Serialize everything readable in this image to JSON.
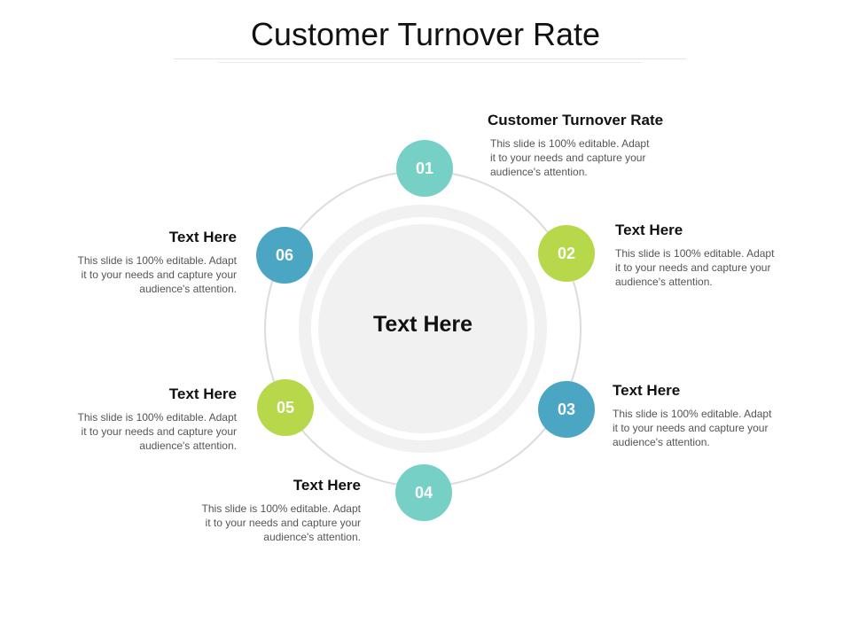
{
  "title": "Customer Turnover Rate",
  "center": {
    "label": "Text Here"
  },
  "colors": {
    "teal": "#76d0c6",
    "green": "#b6d84a",
    "blue": "#4aa6c2",
    "ring": "#dcdcdc",
    "disc": "#f1f1f1"
  },
  "steps": [
    {
      "num": "01",
      "color": "#76d0c6",
      "heading": "Customer Turnover Rate",
      "desc": [
        "This slide is 100% editable. Adapt",
        "it to your needs and capture your",
        "audience's attention."
      ]
    },
    {
      "num": "02",
      "color": "#b6d84a",
      "heading": "Text Here",
      "desc": [
        "This slide is 100% editable. Adapt",
        "it to your needs and capture your",
        "audience's attention."
      ]
    },
    {
      "num": "03",
      "color": "#4aa6c2",
      "heading": "Text Here",
      "desc": [
        "This slide is 100% editable. Adapt",
        "it to your needs and capture your",
        "audience's attention."
      ]
    },
    {
      "num": "04",
      "color": "#76d0c6",
      "heading": "Text Here",
      "desc": [
        "This slide is 100% editable. Adapt",
        "it to your needs and capture your",
        "audience's attention."
      ]
    },
    {
      "num": "05",
      "color": "#b6d84a",
      "heading": "Text Here",
      "desc": [
        "This slide is 100% editable. Adapt",
        "it to your needs and capture your",
        "audience's attention."
      ]
    },
    {
      "num": "06",
      "color": "#4aa6c2",
      "heading": "Text Here",
      "desc": [
        "This slide is 100% editable. Adapt",
        "it to your needs and capture your",
        "audience's attention."
      ]
    }
  ]
}
